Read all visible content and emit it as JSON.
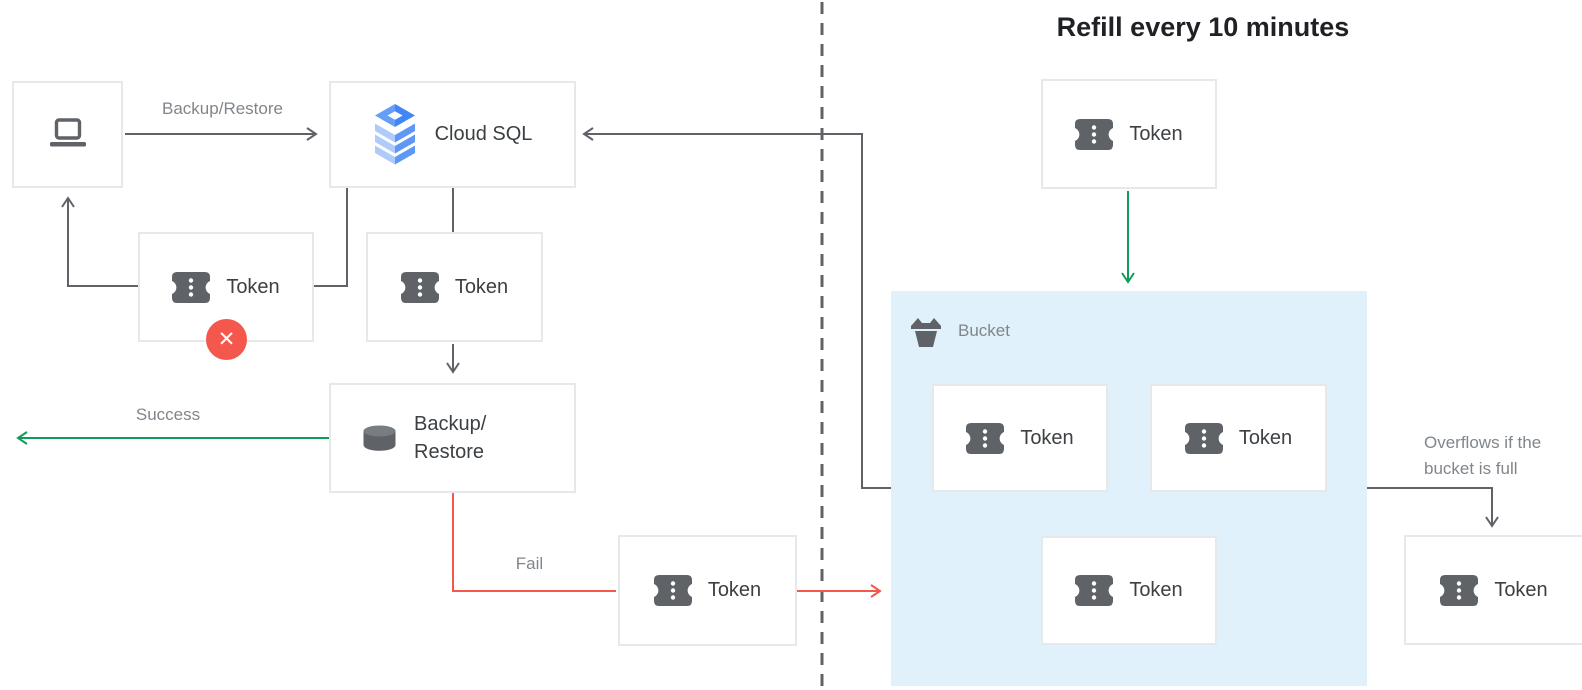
{
  "title": "Refill every 10 minutes",
  "nodes": {
    "client": {},
    "cloud_sql": {
      "label": "Cloud SQL"
    },
    "token_rejected": {
      "label": "Token"
    },
    "token_queue": {
      "label": "Token"
    },
    "backup_restore": {
      "line1": "Backup/",
      "line2": "Restore"
    },
    "token_fail": {
      "label": "Token"
    },
    "token_refill": {
      "label": "Token"
    },
    "bucket": {
      "label": "Bucket"
    },
    "token_bucket_1": {
      "label": "Token"
    },
    "token_bucket_2": {
      "label": "Token"
    },
    "token_bucket_3": {
      "label": "Token"
    },
    "token_overflow": {
      "label": "Token"
    }
  },
  "edge_labels": {
    "backup_restore": "Backup/Restore",
    "success": "Success",
    "fail": "Fail",
    "overflow_line1": "Overflows if the",
    "overflow_line2": "bucket is full"
  },
  "icons": {
    "client": "laptop-icon",
    "cloud_sql": "cloud-sql-icon",
    "token": "token-icon",
    "backup_restore": "database-icon",
    "bucket": "bucket-icon",
    "rejected": "x-circle-icon"
  },
  "colors": {
    "success_green": "#0e9d58",
    "fail_red": "#f4574c",
    "connector_gray": "#5f6368",
    "bucket_fill": "#e0f1fb",
    "box_border": "#e7e8ea",
    "label_gray": "#80868b",
    "text_dark": "#3c4043",
    "cloud_sql_blue": "#4285f4"
  }
}
